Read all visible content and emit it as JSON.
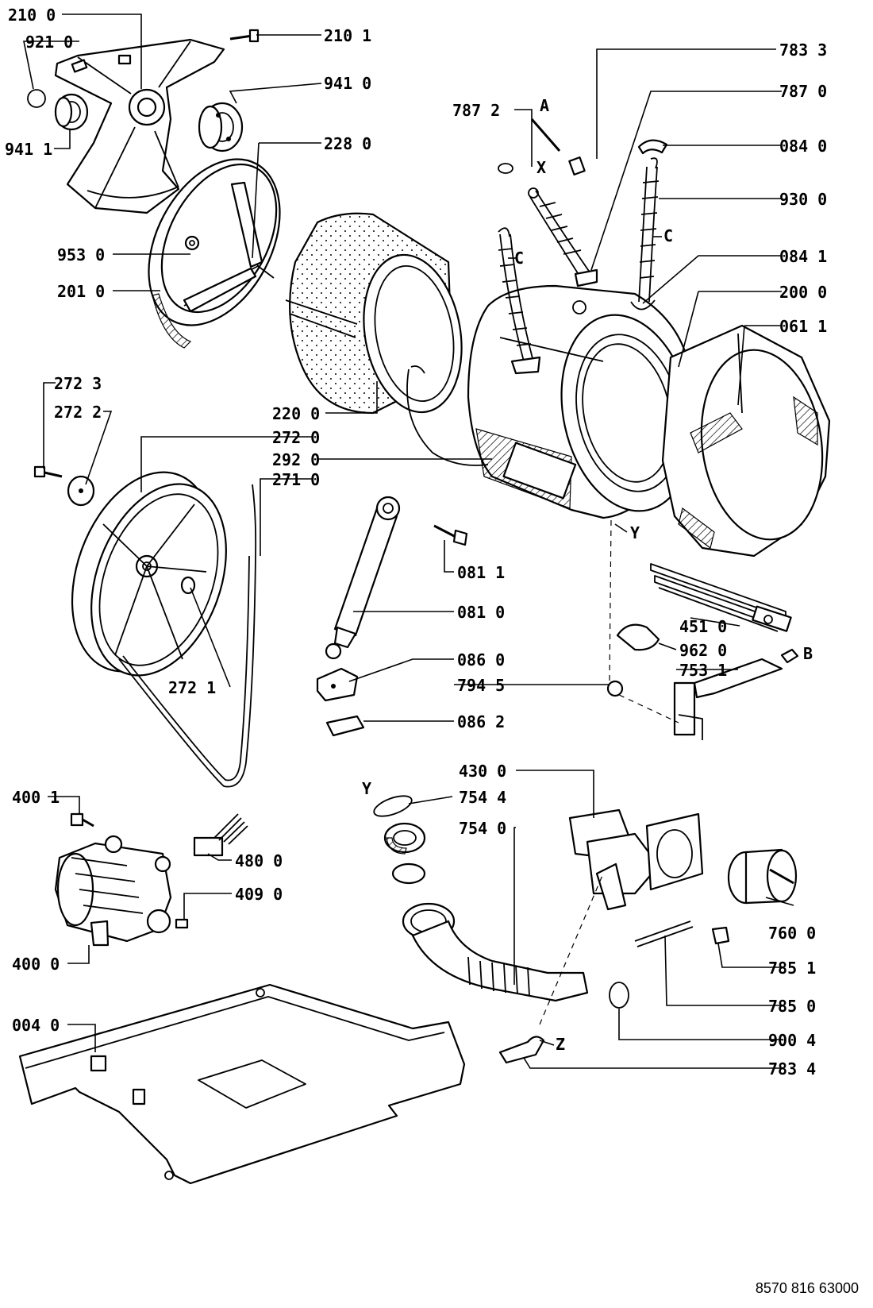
{
  "labels": {
    "p2100": "210 0",
    "p9210": "921 0",
    "p9411": "941 1",
    "p2101": "210 1",
    "p9410": "941 0",
    "p7872": "787 2",
    "p2280": "228 0",
    "p9530": "953 0",
    "p2010": "201 0",
    "p7833": "783 3",
    "p7870": "787 0",
    "p0840": "084 0",
    "p9300": "930 0",
    "p0841": "084 1",
    "p2000": "200 0",
    "p0611": "061 1",
    "p2723": "272 3",
    "p2722": "272 2",
    "p2200": "220 0",
    "p2720": "272 0",
    "p2920": "292 0",
    "p2710": "271 0",
    "p0811": "081 1",
    "p0810": "081 0",
    "p0860": "086 0",
    "p7945": "794 5",
    "p0862": "086 2",
    "p2721": "272 1",
    "p4510": "451 0",
    "p9620": "962 0",
    "p7531": "753 1",
    "p4300": "430 0",
    "p7544": "754 4",
    "p7540": "754 0",
    "p4001": "400 1",
    "p4800": "480 0",
    "p4090": "409 0",
    "p4000": "400 0",
    "p7600": "760 0",
    "p7851": "785 1",
    "p7850": "785 0",
    "p0040": "004 0",
    "p9004": "900 4",
    "p7834": "783 4"
  },
  "letters": {
    "A": "A",
    "X": "X",
    "C1": "C",
    "C2": "C",
    "Y1": "Y",
    "B": "B",
    "Y2": "Y",
    "Z": "Z"
  },
  "reference_number": "8570 816 63000"
}
